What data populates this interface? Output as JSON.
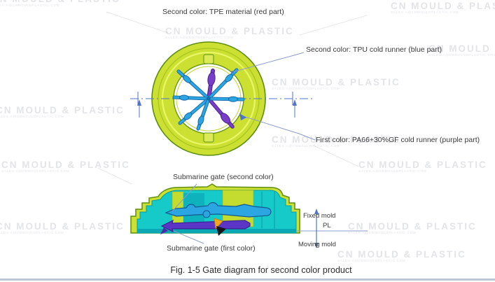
{
  "figure": {
    "caption": "Fig. 1-5 Gate diagram for second color product"
  },
  "labels": {
    "top_material": "Second color: TPE material (red part)",
    "tpu_runner": "Second color: TPU cold runner (blue part)",
    "pa66_runner": "First color: PA66+30%GF cold runner (purple part)",
    "submarine_second": "Submarine gate (second color)",
    "submarine_first": "Submarine gate (first color)",
    "fixed_mold": "Fixed mold",
    "pl": "PL",
    "moving_mold": "Moving mold"
  },
  "watermark": {
    "text": "CN MOULD & PLASTIC",
    "subtext": "SALES.A@CNMOULDPLASTIC.COM"
  },
  "colors": {
    "part_yellow": "#cbe032",
    "runner_blue": "#2ba6e2",
    "runner_purple": "#7a3dc8",
    "runner_purple_dark": "#5b36c6",
    "section_teal": "#16caca",
    "gate_orange": "#f5a51d",
    "leader": "#8b9cc9",
    "dimension": "#4f74c8",
    "bottom_rule": "#bcc8da"
  }
}
